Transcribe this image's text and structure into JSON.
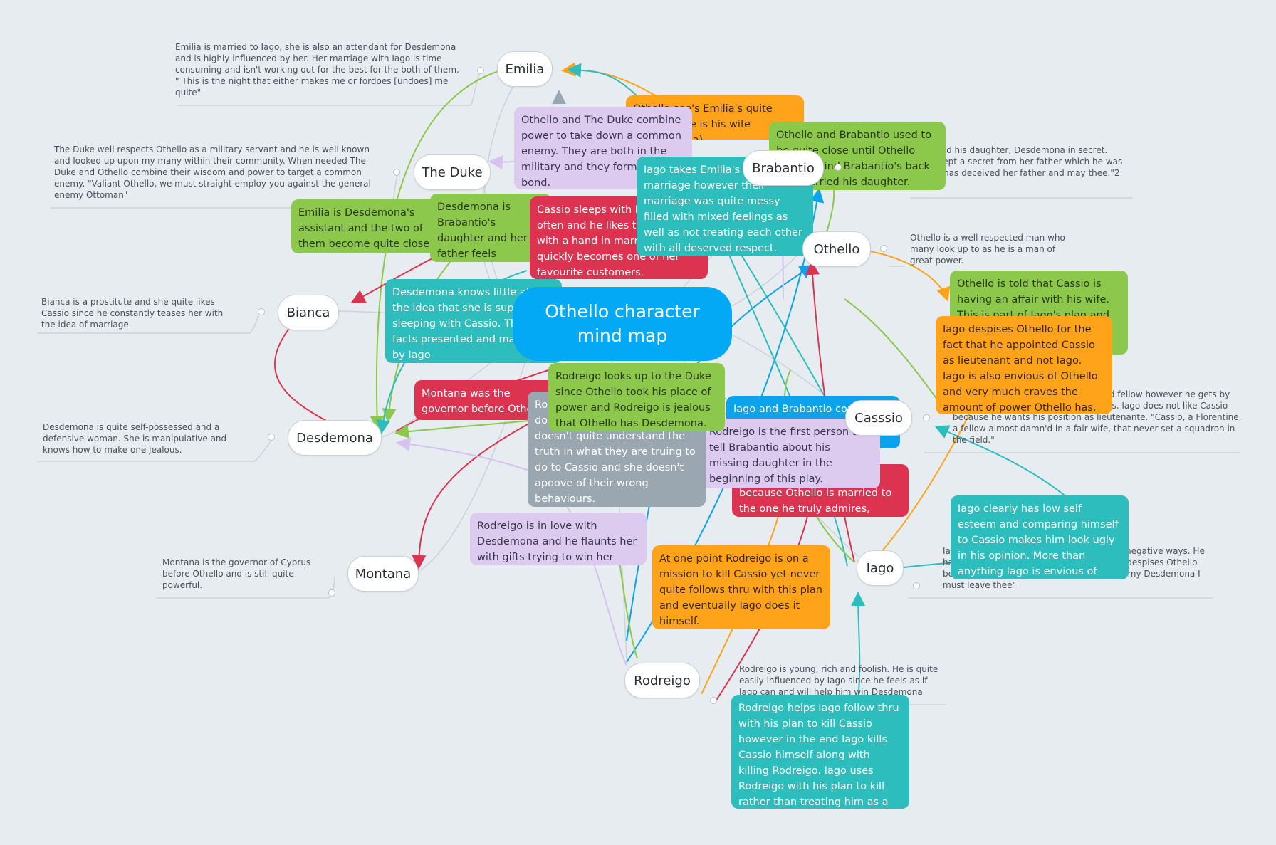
{
  "center_title": "Othello character mind map",
  "colors": {
    "green": "#8cc84b",
    "orange": "#ffa31a",
    "red": "#dc3450",
    "teal": "#2dbdbd",
    "lilac": "#dccbee",
    "blue": "#0aa3ec",
    "center": "#03a9f4"
  },
  "characters": {
    "emilia": "Emilia",
    "duke": "The Duke",
    "bianca": "Bianca",
    "desdemona": "Desdemona",
    "montana": "Montana",
    "rodreigo": "Rodreigo",
    "iago": "Iago",
    "cassio": "Casssio",
    "othello": "Othello",
    "brabantio": "Brabantio"
  },
  "notes": {
    "emilia": "Emilia is married to Iago, she is also an attendant for Desdemona and is highly influenced by her. Her marriage with Iago is time consuming and isn't working out for the best for the both of them. \" This is the night that either makes me or fordoes [undoes] me quite\"",
    "duke": "The Duke well respects Othello as a military servant and he is well known and looked up upon my many within their community. When needed The Duke and Othello combine their wisdom and power to target a common enemy. \"Valiant Othello, we must straight employ you against the general enemy Ottoman\"",
    "bianca": "Bianca is a prostitute and she quite likes Cassio since he constantly teases her with the idea of marriage.",
    "desdemona": "Desdemona is quite self-possessed and a defensive woman. She is manipulative and knows how to make one jealous.",
    "montana": "Montana is the governor of Cyprus before Othello and is still quite powerful.",
    "rodreigo": "Rodreigo is young, rich and foolish. He is quite easily influenced by Iago since he feels as if Iago can and will help him win Desdemona over.",
    "iago": "Iago is a vilan he is motivated but in quite negative ways. He has a grand master plan to kill Othello. He despises Othello because he is envois of him. \"Honest Iago, my Desdemona I must leave thee\"",
    "cassio": "Cassio is young and an inexperienced fellow however he gets by using his good looks as well as smarts. Iago does not like Cassio because he wants his position as lieutenante. \"Cassio, a Florentine, a fellow almost damn'd in a fair wife, that never set a squadron in the field.\"",
    "othello": "Othello is a well respected man who many look up to as he is a man of great power.",
    "brabantio": "Brabantio is married his daughter, Desdemona in secret. Desdemona also kept a secret from her father which he was very torn by. \"She has deceived her father and may thee.\"2",
    "brabantio_overlap": "Othello married his"
  },
  "cards": {
    "c1": "Othello see's Emilia's quite often as she is his wife (Desdemona)",
    "c2": "Othello and The Duke combine power to take down a common enemy. They are both in the military and they form a strong bond.",
    "c3": "Othello and Brabantio used to be quite close until Othello went behind Brabantio's back and married his daughter.",
    "c4": "Iago takes Emilia's hand in marriage however their marriage was quite messy filled with mixed feelings as well as not treating each other with all deserved respect.",
    "c5": "Emilia is Desdemona's assistant and the two of them become quite close.",
    "c6": "Desdemona is Brabantio's daughter and her father feels betrayed when she hides her marriage.",
    "c7": "Cassio sleeps with Bianca quite often and he likes to tease her with a hand in marriage, he quickly becomes one of her favourite customers.",
    "c8": "Desdemona knows little about the idea that she is supposedly sleeping with Cassio. The false facts presented and made up by Iago",
    "c9": "Othello is told that Cassio is having an affair with his wife. This is part of Iago's plan and causes",
    "c10": "Iago despises Othello for the fact that he appointed Cassio as lieutenant and not Iago. Iago is also envious of Othello and very much craves the amount of power Othello has.",
    "c11": "Montana was the governor before Othello took charge.",
    "c12": "Rodreigo looks up to the Duke since Othello took his place of power and Rodreigo is jealous that Othello has Desdemona.",
    "c13": "Iago and Brabantio connect",
    "c14": "Rodreigo is the first person to tell Brabantio about his missing daughter in the beginning of this play.",
    "c15": "Rodreigo hates Othello because Othello is married to the one he truly admires, Desdemona.",
    "c16": "Rodreigo works with Iago as does Cassio and Emilia. Emilia doesn't quite understand the truth in what they are truing to do to Cassio and she doesn't apoove of their wrong behaviours.",
    "c17": "Rodreigo is in love with Desdemona and he flaunts her with gifts trying to win her over.",
    "c18": "Iago clearly has low self esteem and comparing himself to Cassio makes him look ugly in his opinion. More than anything Iago is envious of Cassio.",
    "c19": "At one point Rodreigo is on a mission to kill Cassio yet never quite follows thru with this plan and eventually Iago does it himself.",
    "c20": "Rodreigo helps Iago follow thru with his plan to kill Cassio however in the end Iago kills Cassio himself along with killing Rodreigo. Iago uses Rodreigo with his plan to kill rather than treating him as a friend."
  }
}
